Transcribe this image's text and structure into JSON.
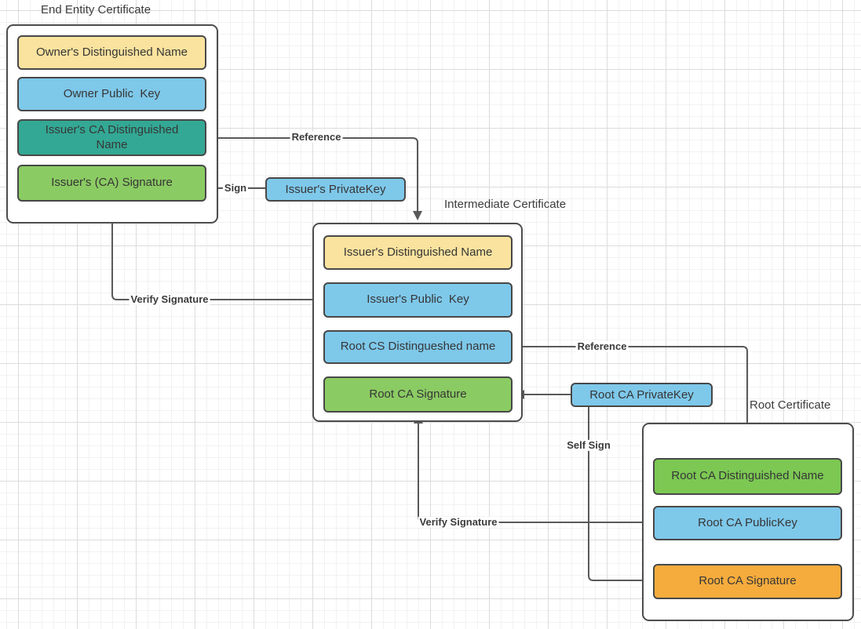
{
  "palette": {
    "yellow": "#FAE39E",
    "blue": "#7EC8EA",
    "teal": "#33A894",
    "green": "#8BCB63",
    "green_dark": "#7CC853",
    "orange": "#F6AC3D",
    "box_border": "#4D4D4D",
    "wire": "#595959",
    "text": "#363636"
  },
  "certificates": {
    "end_entity": {
      "title": "End Entity Certificate",
      "fields": {
        "owner_dn": {
          "label": "Owner's Distinguished Name",
          "color": "#FAE39E"
        },
        "owner_public_key": {
          "label": "Owner Public  Key",
          "color": "#7EC8EA"
        },
        "issuer_ca_dn": {
          "label": "Issuer's CA Distinguished Name",
          "color": "#33A894"
        },
        "issuer_ca_signature": {
          "label": "Issuer's (CA) Signature",
          "color": "#8BCB63"
        }
      }
    },
    "intermediate": {
      "title": "Intermediate Certificate",
      "fields": {
        "issuer_dn": {
          "label": "Issuer's Distinguished Name",
          "color": "#FAE39E"
        },
        "issuer_public_key": {
          "label": "Issuer's Public  Key",
          "color": "#7EC8EA"
        },
        "root_cs_dn": {
          "label": "Root CS Distingueshed name",
          "color": "#7EC8EA"
        },
        "root_ca_signature": {
          "label": "Root CA Signature",
          "color": "#8BCB63"
        }
      }
    },
    "root": {
      "title": "Root Certificate",
      "fields": {
        "root_ca_dn": {
          "label": "Root CA Distinguished Name",
          "color": "#7CC853"
        },
        "root_ca_public_key": {
          "label": "Root CA PublicKey",
          "color": "#7EC8EA"
        },
        "root_ca_signature": {
          "label": "Root CA Signature",
          "color": "#F6AC3D"
        }
      }
    }
  },
  "keys": {
    "issuer_private_key": {
      "label": "Issuer's PrivateKey",
      "color": "#7EC8EA"
    },
    "root_ca_private_key": {
      "label": "Root CA PrivateKey",
      "color": "#7EC8EA"
    }
  },
  "connectors": {
    "reference_top": "Reference",
    "sign": "Sign",
    "verify_signature_left": "Verify Signature",
    "reference_right": "Reference",
    "self_sign": "Self Sign",
    "verify_signature_bottom": "Verify Signature"
  }
}
